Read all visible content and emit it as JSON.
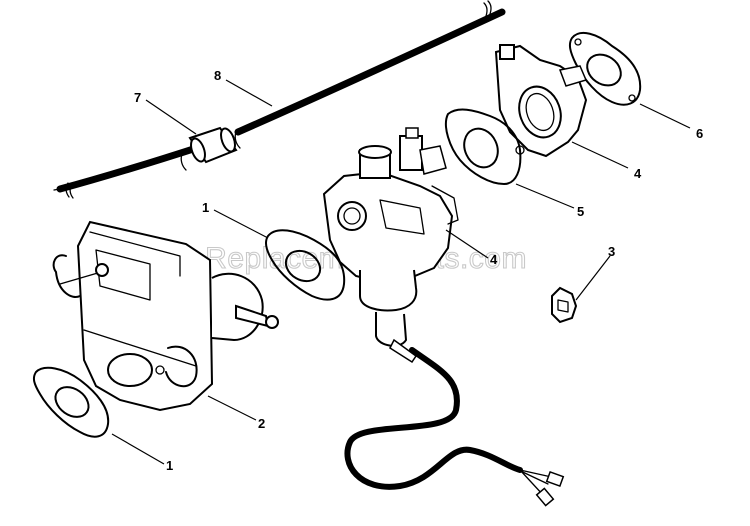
{
  "watermark": "eReplacementParts.com",
  "callouts": [
    {
      "id": "c1a",
      "text": "1"
    },
    {
      "id": "c1b",
      "text": "1"
    },
    {
      "id": "c2",
      "text": "2"
    },
    {
      "id": "c3",
      "text": "3"
    },
    {
      "id": "c4a",
      "text": "4"
    },
    {
      "id": "c4b",
      "text": "4"
    },
    {
      "id": "c5",
      "text": "5"
    },
    {
      "id": "c6",
      "text": "6"
    },
    {
      "id": "c7",
      "text": "7"
    },
    {
      "id": "c8",
      "text": "8"
    }
  ]
}
